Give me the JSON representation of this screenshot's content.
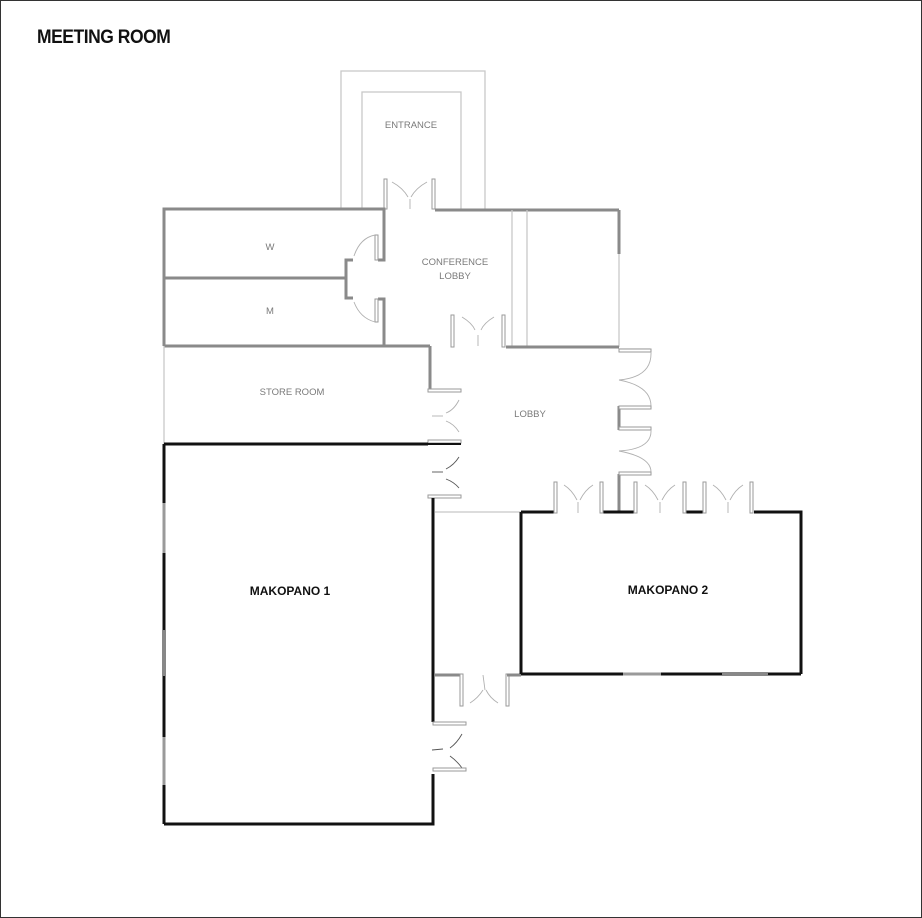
{
  "title": "MEETING ROOM",
  "rooms": [
    {
      "id": "entrance",
      "label": "ENTRANCE"
    },
    {
      "id": "w",
      "label": "W"
    },
    {
      "id": "m",
      "label": "M"
    },
    {
      "id": "conference-lobby",
      "label_line1": "CONFERENCE",
      "label_line2": "LOBBY"
    },
    {
      "id": "store-room",
      "label": "STORE ROOM"
    },
    {
      "id": "lobby",
      "label": "LOBBY"
    },
    {
      "id": "makopano-1",
      "label": "MAKOPANO 1"
    },
    {
      "id": "makopano-2",
      "label": "MAKOPANO 2"
    }
  ],
  "colors": {
    "frame": "#333333",
    "wall_dark": "#111111",
    "wall_gray": "#8a8a8a",
    "wall_light": "#c8c8c8",
    "label_gray": "#7a7a7a",
    "label_dark": "#111111"
  }
}
